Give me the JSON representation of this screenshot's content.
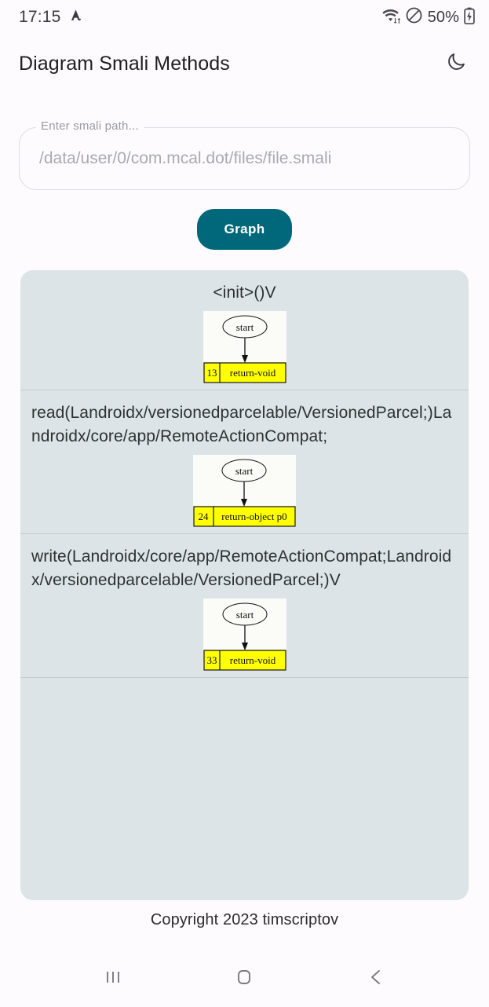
{
  "status_bar": {
    "time": "17:15",
    "alarm_icon": "alarm-a-icon",
    "wifi_icon": "wifi-transfer-icon",
    "dnd_icon": "do-not-disturb-icon",
    "battery_percent": "50%",
    "battery_icon": "battery-charging-icon"
  },
  "app_bar": {
    "title": "Diagram Smali Methods",
    "theme_icon": "moon-icon"
  },
  "path_field": {
    "label": "Enter smali path...",
    "placeholder": "/data/user/0/com.mcal.dot/files/file.smali",
    "value": ""
  },
  "actions": {
    "graph_label": "Graph"
  },
  "methods": [
    {
      "title": "<init>()V",
      "title_centered": true,
      "graph": {
        "start_label": "start",
        "node_index": "13",
        "node_text": "return-void",
        "node_fill": "#ffff00",
        "image_bg": "#fbfbf7",
        "width": 106,
        "text_width": 86
      }
    },
    {
      "title": "read(Landroidx/versionedparcelable/VersionedParcel;)Landroidx/core/app/RemoteActionCompat;",
      "title_centered": false,
      "graph": {
        "start_label": "start",
        "node_index": "24",
        "node_text": "return-object p0",
        "node_fill": "#ffff00",
        "image_bg": "#fbfbf7",
        "width": 131,
        "text_width": 111
      }
    },
    {
      "title": "write(Landroidx/core/app/RemoteActionCompat;Landroidx/versionedparcelable/VersionedParcel;)V",
      "title_centered": false,
      "graph": {
        "start_label": "start",
        "node_index": "33",
        "node_text": "return-void",
        "node_fill": "#ffff00",
        "image_bg": "#fbfbf7",
        "width": 106,
        "text_width": 86
      }
    }
  ],
  "footer": {
    "copyright": "Copyright 2023 timscriptov"
  },
  "nav_bar": {
    "recents_icon": "recents-icon",
    "home_icon": "home-icon",
    "back_icon": "back-icon"
  },
  "colors": {
    "accent": "#00687a",
    "card_bg": "#dce4e7",
    "node_yellow": "#ffff00",
    "page_bg": "#fdfbfd"
  }
}
